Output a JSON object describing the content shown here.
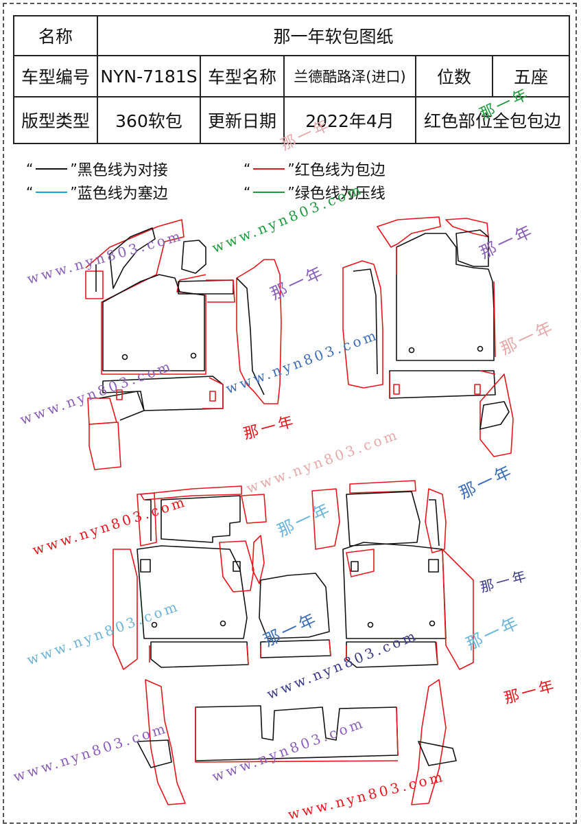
{
  "table": {
    "name_label": "名称",
    "name_value": "那一年软包图纸",
    "model_code_label": "车型编号",
    "model_code_value": "NYN-7181S",
    "model_name_label": "车型名称",
    "model_name_value": "兰德酷路泽(进口)",
    "seats_label": "位数",
    "seats_value": "五座",
    "pattern_type_label": "版型类型",
    "pattern_type_value": "360软包",
    "update_label": "更新日期",
    "update_value": "2022年4月",
    "note": "红色部位全包包边"
  },
  "legend": [
    {
      "open_quote": "“",
      "close_quote": "”",
      "text": "黑色线为对接",
      "color": "#111111"
    },
    {
      "open_quote": "“",
      "close_quote": "”",
      "text": "红色线为包边",
      "color": "#e8141b"
    },
    {
      "open_quote": "“",
      "close_quote": "”",
      "text": "蓝色线为塞边",
      "color": "#1aa3d9"
    },
    {
      "open_quote": "“",
      "close_quote": "”",
      "text": "绿色线为压线",
      "color": "#1e9a3c"
    }
  ],
  "watermarks": {
    "site": "www.nyn803.com",
    "brand": "那一年"
  },
  "colors": {
    "cut_line": "#111111",
    "binding_line": "#e8141b",
    "border": "#222222"
  }
}
